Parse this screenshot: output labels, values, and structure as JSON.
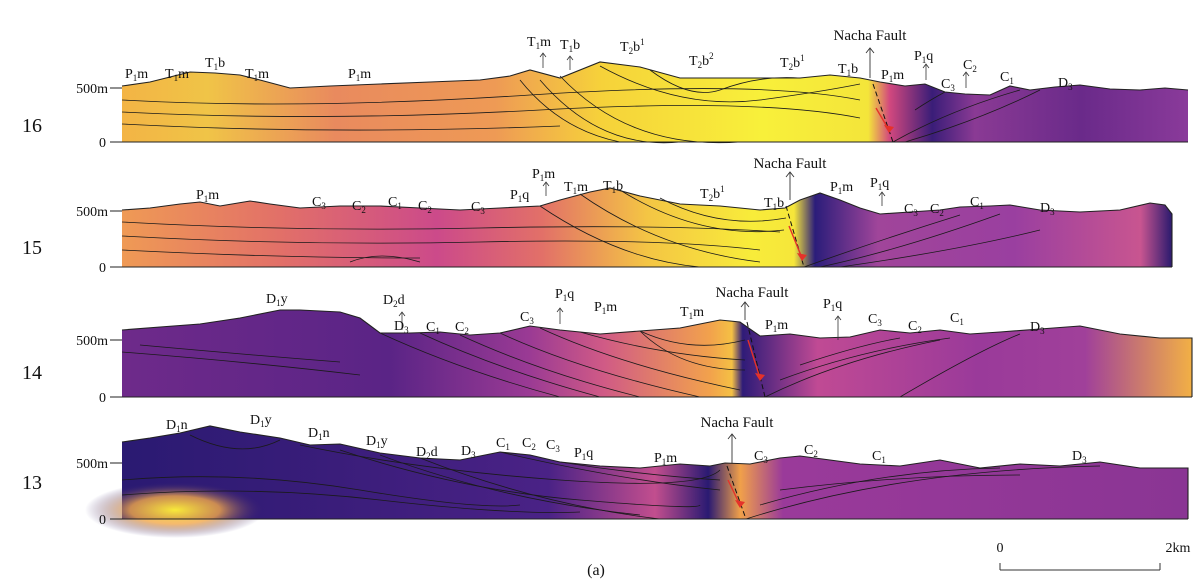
{
  "figure": {
    "caption": "(a)"
  },
  "scale_bar": {
    "start": "0",
    "end": "2km"
  },
  "colors": {
    "yellow": "#f6ee2a",
    "orange": "#f2a34a",
    "pink": "#d05a9e",
    "purple": "#7a2a8a",
    "navy": "#2a1a6e",
    "fault_arrow": "#e5322a"
  },
  "sections": [
    {
      "id": "16",
      "depth_top": "500m",
      "depth_bottom": "0",
      "fault": "Nacha Fault",
      "labels": [
        {
          "base": "P",
          "sub": "1",
          "rest": "m"
        },
        {
          "base": "T",
          "sub": "1",
          "rest": "m"
        },
        {
          "base": "T",
          "sub": "1",
          "rest": "b"
        },
        {
          "base": "T",
          "sub": "1",
          "rest": "m"
        },
        {
          "base": "P",
          "sub": "1",
          "rest": "m"
        },
        {
          "base": "T",
          "sub": "1",
          "rest": "m"
        },
        {
          "base": "T",
          "sub": "1",
          "rest": "b"
        },
        {
          "base": "T",
          "sub": "2",
          "rest": "b",
          "sup": "1"
        },
        {
          "base": "T",
          "sub": "2",
          "rest": "b",
          "sup": "2"
        },
        {
          "base": "T",
          "sub": "2",
          "rest": "b",
          "sup": "1"
        },
        {
          "base": "T",
          "sub": "1",
          "rest": "b"
        },
        {
          "base": "P",
          "sub": "1",
          "rest": "m"
        },
        {
          "base": "P",
          "sub": "1",
          "rest": "q"
        },
        {
          "base": "C",
          "sub": "3",
          "rest": ""
        },
        {
          "base": "C",
          "sub": "2",
          "rest": ""
        },
        {
          "base": "C",
          "sub": "1",
          "rest": ""
        },
        {
          "base": "D",
          "sub": "3",
          "rest": ""
        }
      ]
    },
    {
      "id": "15",
      "depth_top": "500m",
      "depth_bottom": "0",
      "fault": "Nacha Fault",
      "labels": [
        {
          "base": "P",
          "sub": "1",
          "rest": "m"
        },
        {
          "base": "C",
          "sub": "3",
          "rest": ""
        },
        {
          "base": "C",
          "sub": "2",
          "rest": ""
        },
        {
          "base": "C",
          "sub": "1",
          "rest": ""
        },
        {
          "base": "C",
          "sub": "2",
          "rest": ""
        },
        {
          "base": "C",
          "sub": "3",
          "rest": ""
        },
        {
          "base": "P",
          "sub": "1",
          "rest": "q"
        },
        {
          "base": "P",
          "sub": "1",
          "rest": "m"
        },
        {
          "base": "T",
          "sub": "1",
          "rest": "m"
        },
        {
          "base": "T",
          "sub": "1",
          "rest": "b"
        },
        {
          "base": "T",
          "sub": "2",
          "rest": "b",
          "sup": "1"
        },
        {
          "base": "T",
          "sub": "1",
          "rest": "b"
        },
        {
          "base": "P",
          "sub": "1",
          "rest": "m"
        },
        {
          "base": "P",
          "sub": "1",
          "rest": "q"
        },
        {
          "base": "C",
          "sub": "3",
          "rest": ""
        },
        {
          "base": "C",
          "sub": "2",
          "rest": ""
        },
        {
          "base": "C",
          "sub": "1",
          "rest": ""
        },
        {
          "base": "D",
          "sub": "3",
          "rest": ""
        }
      ]
    },
    {
      "id": "14",
      "depth_top": "500m",
      "depth_bottom": "0",
      "fault": "Nacha Fault",
      "labels": [
        {
          "base": "D",
          "sub": "1",
          "rest": "y"
        },
        {
          "base": "D",
          "sub": "2",
          "rest": "d"
        },
        {
          "base": "D",
          "sub": "3",
          "rest": ""
        },
        {
          "base": "C",
          "sub": "1",
          "rest": ""
        },
        {
          "base": "C",
          "sub": "2",
          "rest": ""
        },
        {
          "base": "C",
          "sub": "3",
          "rest": ""
        },
        {
          "base": "P",
          "sub": "1",
          "rest": "q"
        },
        {
          "base": "P",
          "sub": "1",
          "rest": "m"
        },
        {
          "base": "T",
          "sub": "1",
          "rest": "m"
        },
        {
          "base": "P",
          "sub": "1",
          "rest": "m"
        },
        {
          "base": "P",
          "sub": "1",
          "rest": "q"
        },
        {
          "base": "C",
          "sub": "3",
          "rest": ""
        },
        {
          "base": "C",
          "sub": "2",
          "rest": ""
        },
        {
          "base": "C",
          "sub": "1",
          "rest": ""
        },
        {
          "base": "D",
          "sub": "3",
          "rest": ""
        }
      ]
    },
    {
      "id": "13",
      "depth_top": "500m",
      "depth_bottom": "0",
      "fault": "Nacha Fault",
      "labels": [
        {
          "base": "D",
          "sub": "1",
          "rest": "n"
        },
        {
          "base": "D",
          "sub": "1",
          "rest": "y"
        },
        {
          "base": "D",
          "sub": "1",
          "rest": "n"
        },
        {
          "base": "D",
          "sub": "1",
          "rest": "y"
        },
        {
          "base": "D",
          "sub": "2",
          "rest": "d"
        },
        {
          "base": "D",
          "sub": "3",
          "rest": ""
        },
        {
          "base": "C",
          "sub": "1",
          "rest": ""
        },
        {
          "base": "C",
          "sub": "2",
          "rest": ""
        },
        {
          "base": "C",
          "sub": "3",
          "rest": ""
        },
        {
          "base": "P",
          "sub": "1",
          "rest": "q"
        },
        {
          "base": "P",
          "sub": "1",
          "rest": "m"
        },
        {
          "base": "C",
          "sub": "3",
          "rest": ""
        },
        {
          "base": "C",
          "sub": "2",
          "rest": ""
        },
        {
          "base": "C",
          "sub": "1",
          "rest": ""
        },
        {
          "base": "D",
          "sub": "3",
          "rest": ""
        }
      ]
    }
  ]
}
